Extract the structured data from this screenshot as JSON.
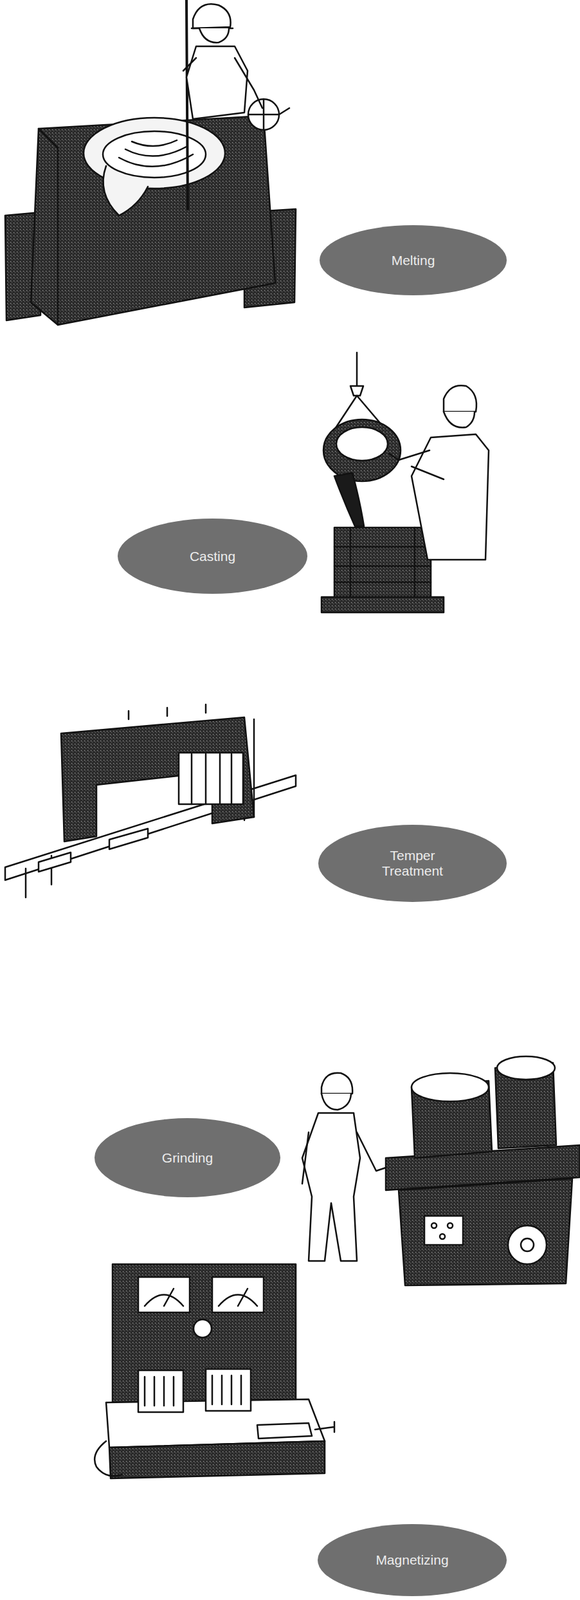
{
  "diagram": {
    "nodes": [
      {
        "text": [
          "Melting"
        ]
      },
      {
        "text": [
          "Casting"
        ]
      },
      {
        "text": [
          "Temper Treatment"
        ]
      },
      {
        "text": [
          "Grinding"
        ]
      },
      {
        "text": [
          "Magnetizing"
        ]
      }
    ]
  }
}
